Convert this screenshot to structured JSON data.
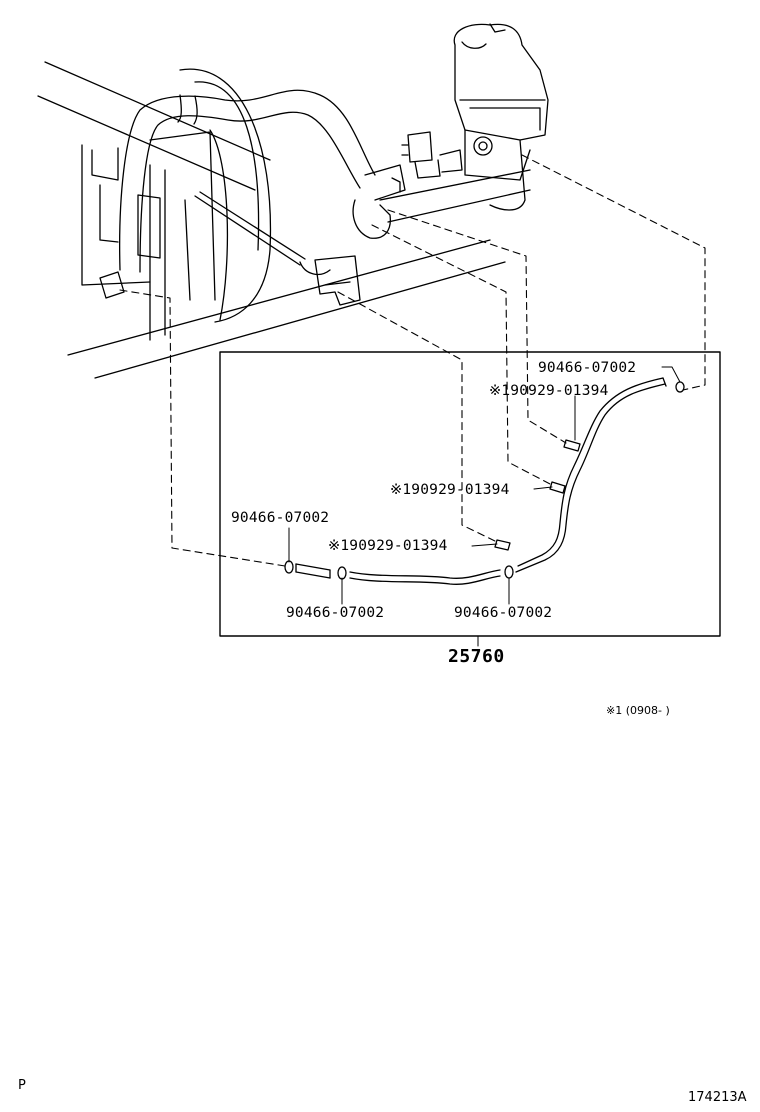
{
  "diagram": {
    "callouts": [
      {
        "id": "c1",
        "part": "90466-07002",
        "mark": ""
      },
      {
        "id": "c2",
        "part": "90929-01394",
        "mark": "※1"
      },
      {
        "id": "c3",
        "part": "90929-01394",
        "mark": "※1"
      },
      {
        "id": "c4",
        "part": "90466-07002",
        "mark": ""
      },
      {
        "id": "c5",
        "part": "90929-01394",
        "mark": "※1"
      },
      {
        "id": "c6",
        "part": "90466-07002",
        "mark": ""
      },
      {
        "id": "c7",
        "part": "90466-07002",
        "mark": ""
      }
    ],
    "assembly_number": "25760",
    "footnote": "※1 (0908-      )",
    "corner_left": "P",
    "figure_id": "174213A"
  }
}
